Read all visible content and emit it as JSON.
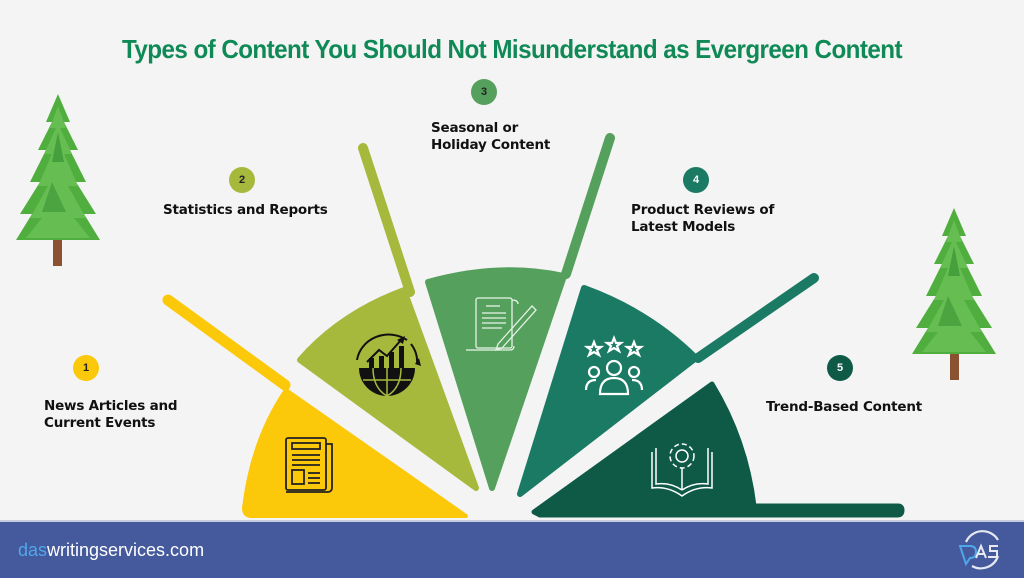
{
  "title": "Types of Content You Should Not Misunderstand as Evergreen Content",
  "colors": {
    "title": "#0f8a57",
    "background": "#f4f4f4",
    "seg1": "#fcc80a",
    "seg2": "#a7b93d",
    "seg3": "#55a05c",
    "seg4": "#1b7a64",
    "seg5": "#0e5a47",
    "footer": "#455a9c"
  },
  "items": [
    {
      "number": "1",
      "label_line1": "News Articles and",
      "label_line2": "Current Events",
      "icon": "newspaper-icon"
    },
    {
      "number": "2",
      "label_line1": "Statistics and Reports",
      "label_line2": "",
      "icon": "global-statistics-icon"
    },
    {
      "number": "3",
      "label_line1": "Seasonal or",
      "label_line2": "Holiday Content",
      "icon": "document-pencil-icon"
    },
    {
      "number": "4",
      "label_line1": "Product Reviews of",
      "label_line2": "Latest Models",
      "icon": "rated-people-icon"
    },
    {
      "number": "5",
      "label_line1": "Trend-Based Content",
      "label_line2": "",
      "icon": "book-gear-icon"
    }
  ],
  "footer": {
    "site_accent": "das",
    "site_rest": "writingservices.com",
    "logo_text": "DAS"
  }
}
